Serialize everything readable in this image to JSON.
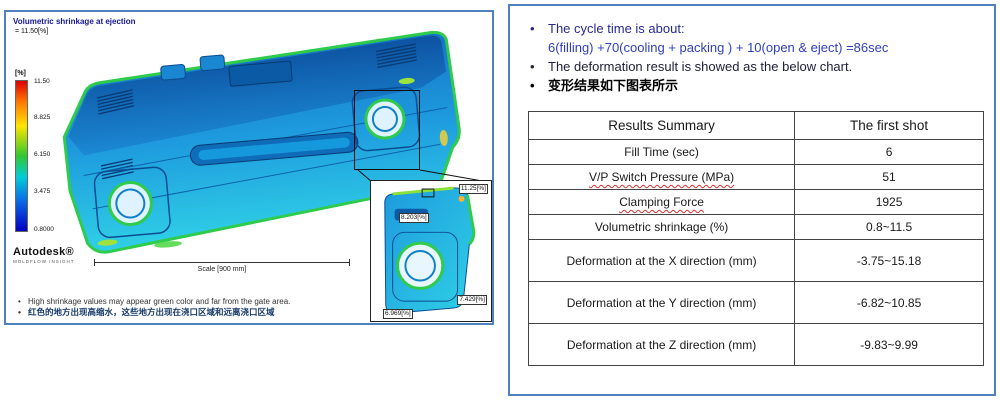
{
  "colors": {
    "panel_border": "#4f81bd",
    "heading_blue": "#28288f",
    "formula_blue": "#2f3ec0",
    "legend_top": "#dc0000",
    "legend_bottom": "#0000c0",
    "model_body_blue": "#1e9ade",
    "model_edge_green": "#2ecb4d"
  },
  "left_panel": {
    "plot_title": "Volumetric shrinkage at ejection",
    "plot_subtitle": "= 11.50[%]",
    "legend_unit": "[%]",
    "legend_ticks": [
      "11.50",
      "8.825",
      "6.150",
      "3.475",
      "0.8000"
    ],
    "scale_label": "Scale [900 mm]",
    "logo_text": "Autodesk®",
    "logo_sub": "MOLDFLOW INSIGHT",
    "inset_labels": [
      "11.25[%]",
      "8.203[%]",
      "7.429[%]",
      "6.969[%]"
    ],
    "bullets": [
      "High shrinkage values may appear green color and far from the gate area.",
      "红色的地方出现高缩水，这些地方出现在浇口区域和远离浇口区域"
    ]
  },
  "right_panel": {
    "bullets": {
      "cycle_time": "The cycle time is about:",
      "cycle_formula": "6(filling) +70(cooling + packing ) + 10(open & eject) =86sec",
      "deformation": "The deformation result is showed as the below chart.",
      "deformation_cn": "变形结果如下图表所示"
    },
    "table": {
      "headers": [
        "Results Summary",
        "The first shot"
      ],
      "rows": [
        [
          "Fill Time (sec)",
          "6"
        ],
        [
          "V/P Switch Pressure (MPa)",
          "51"
        ],
        [
          "Clamping Force",
          "1925"
        ],
        [
          "Volumetric shrinkage (%)",
          "0.8~11.5"
        ],
        [
          "Deformation at the X direction (mm)",
          "-3.75~15.18"
        ],
        [
          "Deformation at the Y direction (mm)",
          "-6.82~10.85"
        ],
        [
          "Deformation at the Z direction (mm)",
          "-9.83~9.99"
        ]
      ]
    }
  }
}
